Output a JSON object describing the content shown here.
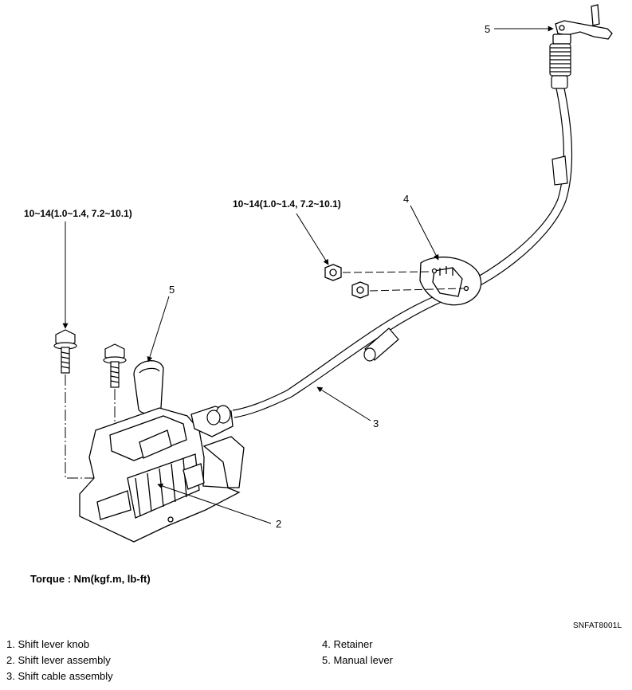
{
  "callouts": {
    "manual_lever_top": "5",
    "retainer": "4",
    "shift_lever_knob": "5",
    "cable": "3",
    "lever_assembly": "2"
  },
  "torque_specs": {
    "left_bolt": "10~14(1.0~1.4, 7.2~10.1)",
    "retainer_nuts": "10~14(1.0~1.4, 7.2~10.1)"
  },
  "torque_note": "Torque : Nm(kgf.m, lb-ft)",
  "figure_code": "SNFAT8001L",
  "legend": {
    "left": [
      "1. Shift lever knob",
      "2. Shift lever assembly",
      "3. Shift cable assembly"
    ],
    "right": [
      "4. Retainer",
      "5. Manual lever"
    ]
  }
}
